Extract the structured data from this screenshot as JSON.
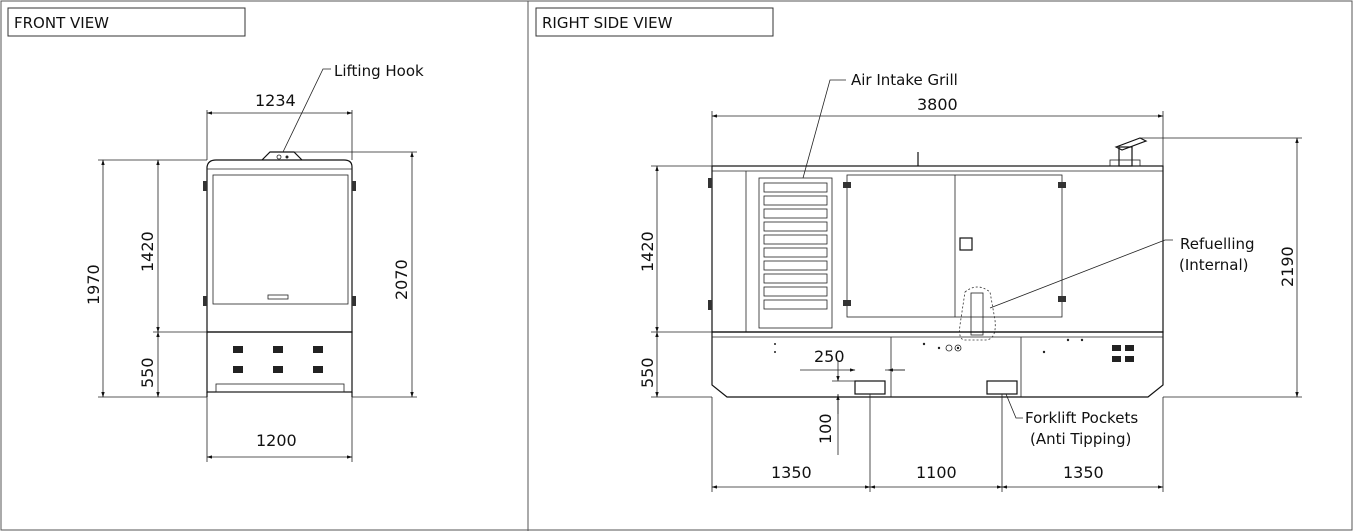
{
  "views": {
    "front_title": "FRONT VIEW",
    "side_title": "RIGHT SIDE VIEW"
  },
  "front": {
    "lifting_hook": "Lifting Hook",
    "width_top": "1234",
    "width_bottom": "1200",
    "height_1970": "1970",
    "height_1420": "1420",
    "height_550": "550",
    "height_2070": "2070"
  },
  "side": {
    "air_intake": "Air Intake Grill",
    "length": "3800",
    "refuelling_1": "Refuelling",
    "refuelling_2": "(Internal)",
    "forklift_1": "Forklift Pockets",
    "forklift_2": "(Anti Tipping)",
    "height_1420": "1420",
    "height_550": "550",
    "height_2190": "2190",
    "pocket_width": "250",
    "pocket_height": "100",
    "span_1350_left": "1350",
    "span_1100": "1100",
    "span_1350_right": "1350"
  }
}
